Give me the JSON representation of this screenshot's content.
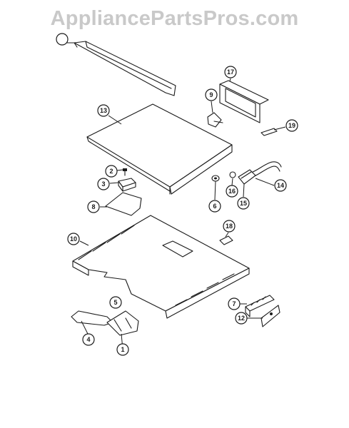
{
  "watermark": "AppliancePartsPros.com",
  "callouts": [
    {
      "label": "",
      "name": "callout-top-left"
    },
    {
      "label": "1"
    },
    {
      "label": "2"
    },
    {
      "label": "3"
    },
    {
      "label": "4"
    },
    {
      "label": "5"
    },
    {
      "label": "6"
    },
    {
      "label": "7"
    },
    {
      "label": "8"
    },
    {
      "label": "9"
    },
    {
      "label": "10"
    },
    {
      "label": "12"
    },
    {
      "label": "13"
    },
    {
      "label": "14"
    },
    {
      "label": "15"
    },
    {
      "label": "16"
    },
    {
      "label": "17"
    },
    {
      "label": "18"
    },
    {
      "label": "19"
    }
  ]
}
